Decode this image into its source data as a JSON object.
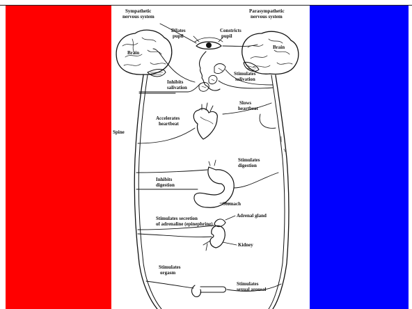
{
  "colors": {
    "left_band": "#ff0000",
    "right_band": "#0000ff",
    "ink": "#111111"
  },
  "diagram": {
    "headers": {
      "sympathetic": [
        "Sympathetic",
        "nervous system"
      ],
      "parasympathetic": [
        "Parasympathetic",
        "nervous system"
      ]
    },
    "brain_left": "Brain",
    "brain_right": "Brain",
    "spine": "Spine",
    "dilates": [
      "Dilates",
      "pupil"
    ],
    "constricts": [
      "Constricts",
      "pupil"
    ],
    "inhibits_salivation": [
      "Inhibits",
      "salivation"
    ],
    "stimulates_salivation": [
      "Stimulates",
      "salivation"
    ],
    "slows_heartbeat": [
      "Slows",
      "heartbeat"
    ],
    "accelerates_heartbeat": [
      "Accelerates",
      "heartbeat"
    ],
    "stimulates_digestion": [
      "Stimulates",
      "digestion"
    ],
    "inhibits_digestion": [
      "Inhibits",
      "digestion"
    ],
    "stomach": "Stomach",
    "adrenal": [
      "Stimulates secretion",
      "of adrenaline (epinephrine)"
    ],
    "adrenal_gland": "Adrenal gland",
    "kidney": "Kidney",
    "stimulates_orgasm": [
      "Stimulates",
      "orgasm"
    ],
    "stimulates_arousal": [
      "Stimulates",
      "sexual arousal"
    ]
  }
}
